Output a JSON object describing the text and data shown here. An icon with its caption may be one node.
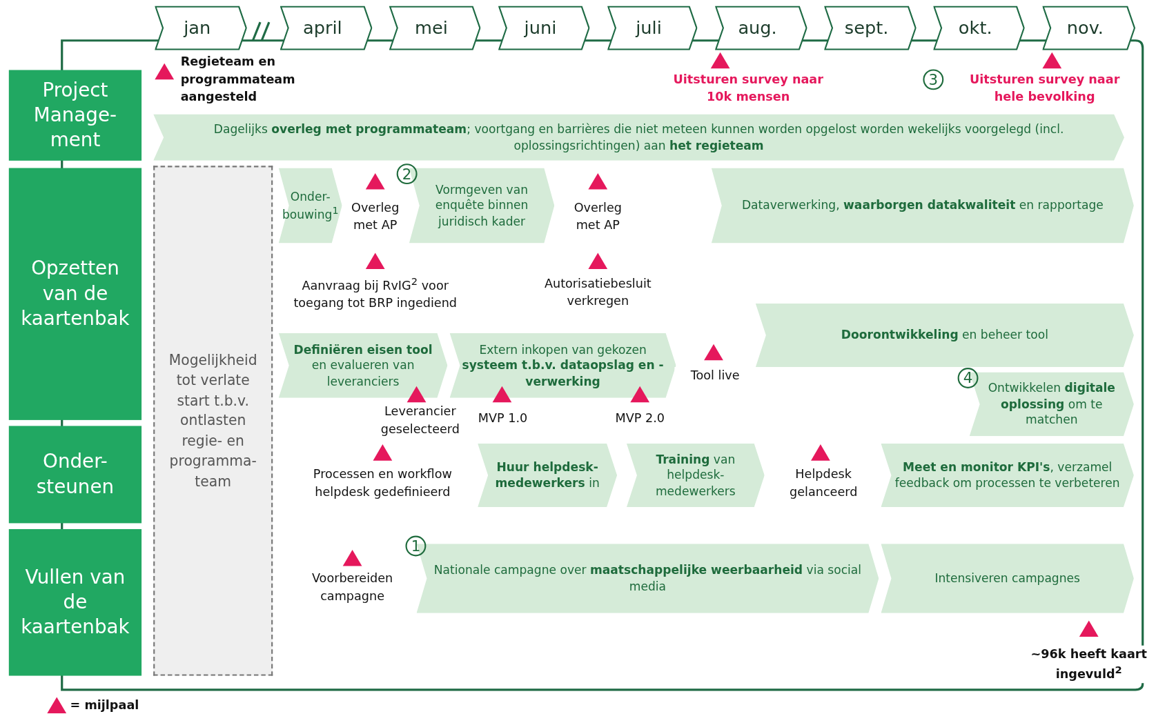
{
  "diagram": {
    "nodes": [
      {
        "text": [
          "jan"
        ]
      },
      {
        "text": [
          "april"
        ]
      },
      {
        "text": [
          "mei"
        ]
      },
      {
        "text": [
          "juni"
        ]
      },
      {
        "text": [
          "juli"
        ]
      },
      {
        "text": [
          "aug."
        ]
      },
      {
        "text": [
          "sept."
        ]
      },
      {
        "text": [
          "okt."
        ]
      },
      {
        "text": [
          "nov."
        ]
      },
      {
        "text": [
          "Project Manage- ment"
        ]
      },
      {
        "text": [
          "Opzetten van de kaartenbak"
        ]
      },
      {
        "text": [
          "Onder- steunen"
        ]
      },
      {
        "text": [
          "Vullen van de kaartenbak"
        ]
      },
      {
        "text": [
          "Dagelijks **overleg met programmateam**; voortgang en barrières die niet meteen kunnen worden opgelost worden wekelijks voorgelegd (incl. oplossingsrichtingen) aan **het regieteam**"
        ]
      },
      {
        "text": [
          "Mogelijkheid tot verlate start t.b.v. ontlasten regie- en programma- team"
        ]
      },
      {
        "text": [
          "Onder- bouwing$^{1}$"
        ]
      },
      {
        "text": [
          "Vormgeven van enquête binnen juridisch kader"
        ]
      },
      {
        "text": [
          "Dataverwerking, **waarborgen datakwaliteit** en rapportage"
        ]
      },
      {
        "text": [
          "**Definiëren eisen tool** en evalueren van leveranciers"
        ]
      },
      {
        "text": [
          "Extern inkopen van gekozen **systeem t.b.v. dataopslag en -verwerking**"
        ]
      },
      {
        "text": [
          "**Doorontwikkeling** en beheer tool"
        ]
      },
      {
        "text": [
          "Ontwikkelen **digitale oplossing** om te matchen"
        ]
      },
      {
        "text": [
          "**Huur helpdesk- medewerkers** in"
        ]
      },
      {
        "text": [
          "**Training** van helpdesk- medewerkers"
        ]
      },
      {
        "text": [
          "**Meet en monitor KPI's**, verzamel feedback om processen te verbeteren"
        ]
      },
      {
        "text": [
          "Nationale campagne over **maatschappelijke weerbaarheid** via social media"
        ]
      },
      {
        "text": [
          "Intensiveren campagnes"
        ]
      }
    ],
    "labels": [
      "Regieteam en programmateam aangesteld",
      "Uitsturen survey naar 10k mensen",
      "3",
      "Uitsturen survey naar hele bevolking",
      "2",
      "Overleg met AP",
      "Overleg met AP",
      "Aanvraag bij RvIG$^{2}$ voor toegang tot BRP ingediend",
      "Autorisatiebesluit verkregen",
      "Tool live",
      "4",
      "Leverancier geselecteerd",
      "MVP 1.0",
      "MVP 2.0",
      "Processen en workflow helpdesk gedefinieerd",
      "Helpdesk gelanceerd",
      "1",
      "Voorbereiden campagne",
      "~96k heeft kaart ingevuld$^{2}$"
    ],
    "legend": [
      {
        "text": "= mijlpaal"
      }
    ]
  }
}
